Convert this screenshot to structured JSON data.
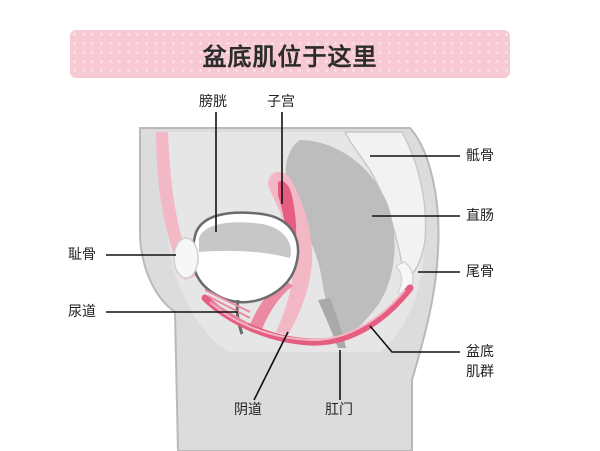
{
  "title": "盆底肌位于这里",
  "labels": {
    "bladder": "膀胱",
    "uterus": "子宫",
    "sacrum": "骶骨",
    "rectum": "直肠",
    "pubic_bone": "耻骨",
    "coccyx": "尾骨",
    "urethra": "尿道",
    "pelvic_floor_line1": "盆底",
    "pelvic_floor_line2": "肌群",
    "vagina": "阴道",
    "anus": "肛门"
  },
  "colors": {
    "banner": "#f6c9d3",
    "body_fill": "#dcdcdc",
    "body_outline": "#b9b9b9",
    "organ_gray": "#bdbdbd",
    "organ_light": "#eeeeee",
    "pink": "#f3b8c6",
    "pink_dark": "#e55d80",
    "line": "#111111"
  }
}
